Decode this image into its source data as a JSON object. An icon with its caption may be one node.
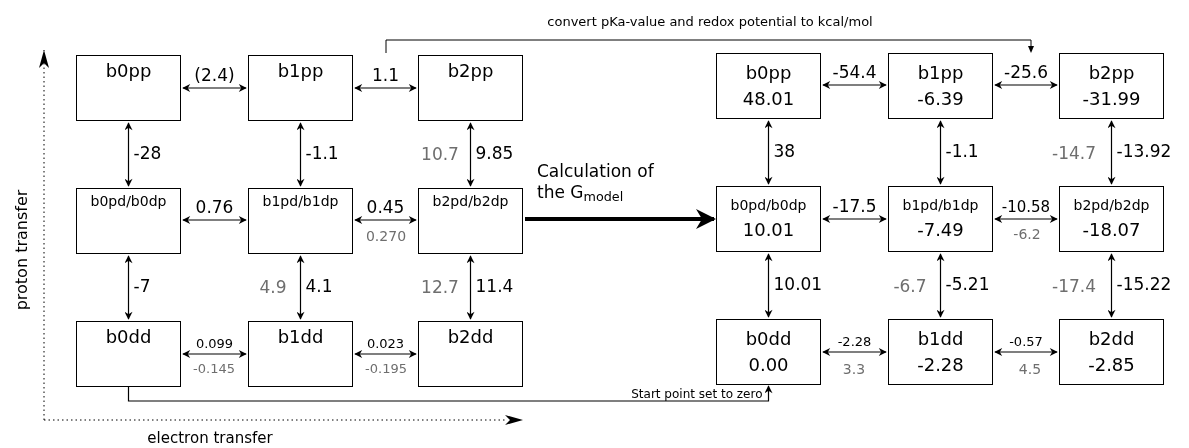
{
  "diagram": {
    "nodes": [
      {
        "text": [
          "b0pp"
        ]
      },
      {
        "text": [
          "b1pp"
        ]
      },
      {
        "text": [
          "b2pp"
        ]
      },
      {
        "text": [
          "b0pd/b0dp"
        ]
      },
      {
        "text": [
          "b1pd/b1dp"
        ]
      },
      {
        "text": [
          "b2pd/b2dp"
        ]
      },
      {
        "text": [
          "b0dd"
        ]
      },
      {
        "text": [
          "b1dd"
        ]
      },
      {
        "text": [
          "b2dd"
        ]
      },
      {
        "text": [
          "b0pp",
          "48.01"
        ]
      },
      {
        "text": [
          "b1pp",
          "-6.39"
        ]
      },
      {
        "text": [
          "b2pp",
          "-31.99"
        ]
      },
      {
        "text": [
          "b0pd/b0dp",
          "10.01"
        ]
      },
      {
        "text": [
          "b1pd/b1dp",
          "-7.49"
        ]
      },
      {
        "text": [
          "b2pd/b2dp",
          "-18.07"
        ]
      },
      {
        "text": [
          "b0dd",
          "0.00"
        ]
      },
      {
        "text": [
          "b1dd",
          "-2.28"
        ]
      },
      {
        "text": [
          "b2dd",
          "-2.85"
        ]
      }
    ],
    "edges": [
      {
        "from": 0,
        "to": 1,
        "arrow": "both",
        "label": "(2.4)"
      },
      {
        "from": 1,
        "to": 2,
        "arrow": "both",
        "label": "1.1"
      },
      {
        "from": 3,
        "to": 4,
        "arrow": "both",
        "label": "0.76"
      },
      {
        "from": 4,
        "to": 5,
        "arrow": "both",
        "label": "0.45"
      },
      {
        "from": 6,
        "to": 7,
        "arrow": "both",
        "label": "0.099"
      },
      {
        "from": 7,
        "to": 8,
        "arrow": "both",
        "label": "0.023"
      },
      {
        "from": 0,
        "to": 3,
        "arrow": "both",
        "label": "-28"
      },
      {
        "from": 1,
        "to": 4,
        "arrow": "both",
        "label": "-1.1"
      },
      {
        "from": 2,
        "to": 5,
        "arrow": "both",
        "label": "9.85"
      },
      {
        "from": 3,
        "to": 6,
        "arrow": "both",
        "label": "-7"
      },
      {
        "from": 4,
        "to": 7,
        "arrow": "both",
        "label": "4.1"
      },
      {
        "from": 5,
        "to": 8,
        "arrow": "both",
        "label": "11.4"
      },
      {
        "from": 9,
        "to": 10,
        "arrow": "both",
        "label": "-54.4"
      },
      {
        "from": 10,
        "to": 11,
        "arrow": "both",
        "label": "-25.6"
      },
      {
        "from": 12,
        "to": 13,
        "arrow": "both",
        "label": "-17.5"
      },
      {
        "from": 13,
        "to": 14,
        "arrow": "both",
        "label": "-10.58"
      },
      {
        "from": 15,
        "to": 16,
        "arrow": "both",
        "label": "-2.28"
      },
      {
        "from": 16,
        "to": 17,
        "arrow": "both",
        "label": "-0.57"
      },
      {
        "from": 9,
        "to": 12,
        "arrow": "both",
        "label": "38"
      },
      {
        "from": 10,
        "to": 13,
        "arrow": "both",
        "label": "-1.1"
      },
      {
        "from": 11,
        "to": 14,
        "arrow": "both",
        "label": "-13.92"
      },
      {
        "from": 12,
        "to": 15,
        "arrow": "both",
        "label": "10.01"
      },
      {
        "from": 13,
        "to": 16,
        "arrow": "both",
        "label": "-5.21"
      },
      {
        "from": 14,
        "to": 17,
        "arrow": "both",
        "label": "-15.22"
      },
      {
        "from": 6,
        "to": 15,
        "arrow": "to",
        "label": "Start point set to zero"
      },
      {
        "from": 5,
        "to": 12,
        "arrow": "to",
        "style": "thick",
        "label": "Calculation of the G$_{model}$"
      }
    ],
    "labels": [
      "convert pKa-value and redox potential to kcal/mol",
      "proton transfer",
      "10.7",
      "-14.7",
      "0.270",
      "-6.2",
      "4.9",
      "12.7",
      "-6.7",
      "-17.4",
      "-0.145",
      "-0.195",
      "3.3",
      "4.5",
      "electron transfer"
    ]
  }
}
